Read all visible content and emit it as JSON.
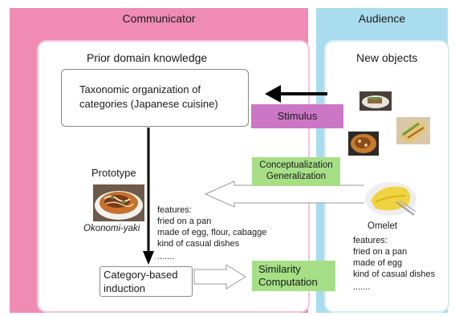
{
  "panels": {
    "communicator": "Communicator",
    "audience": "Audience"
  },
  "communicator": {
    "prior_knowledge": "Prior domain knowledge",
    "taxonomy_line1": "Taxonomic organization of",
    "taxonomy_line2": "categories (Japanese cuisine)",
    "prototype_label": "Prototype",
    "prototype_name": "Okonomi-yaki",
    "features_title": "features:",
    "features": [
      "fried on a pan",
      "made of egg, flour, cabagge",
      "kind of casual dishes",
      "......."
    ],
    "induction_line1": "Category-based",
    "induction_line2": "induction"
  },
  "audience": {
    "new_objects": "New objects",
    "object_name": "Omelet",
    "features_title": "features:",
    "features": [
      "fried on a pan",
      "made of egg",
      "kind of casual dishes",
      "......."
    ]
  },
  "processes": {
    "stimulus": "Stimulus",
    "conceptualization": "Conceptualization",
    "generalization": "Generalization",
    "similarity_line1": "Similarity",
    "similarity_line2": "Computation"
  },
  "colors": {
    "communicator_bg": "#f08cb4",
    "audience_bg": "#a9dcee",
    "stimulus": "#cc77c6",
    "process_green": "#a6df86"
  }
}
